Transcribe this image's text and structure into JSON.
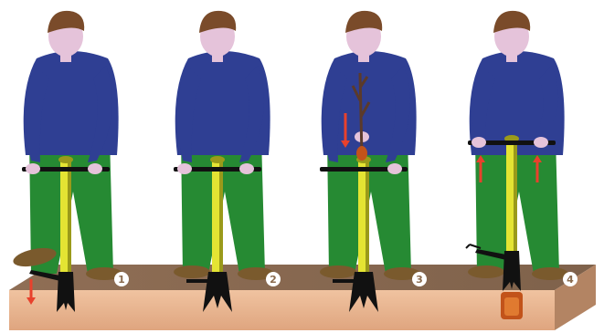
{
  "steps": [
    {
      "number": "1",
      "action": "push-foot-down"
    },
    {
      "number": "2",
      "action": "tool-inserted"
    },
    {
      "number": "3",
      "action": "insert-seedling"
    },
    {
      "number": "4",
      "action": "lift-tool"
    }
  ],
  "colors": {
    "soil_top": "#8b6b52",
    "soil_front": "#e9b691",
    "soil_side": "#b38463",
    "shirt": "#2f3f93",
    "trousers": "#268a33",
    "skin": "#e5c3da",
    "hair": "#7a4b2a",
    "shoe": "#7a5a2d",
    "tool": "#e4e433",
    "tool_dark": "#9a9a1a",
    "tool_black": "#111111",
    "arrow": "#e8412c",
    "seedling": "#5b3a2a",
    "rootball": "#c2531a",
    "label_circle": "#ffffff",
    "label_text": "#8a6b4e"
  },
  "icons": {
    "down_arrow": "arrow-down-icon",
    "up_arrow": "arrow-up-icon"
  }
}
